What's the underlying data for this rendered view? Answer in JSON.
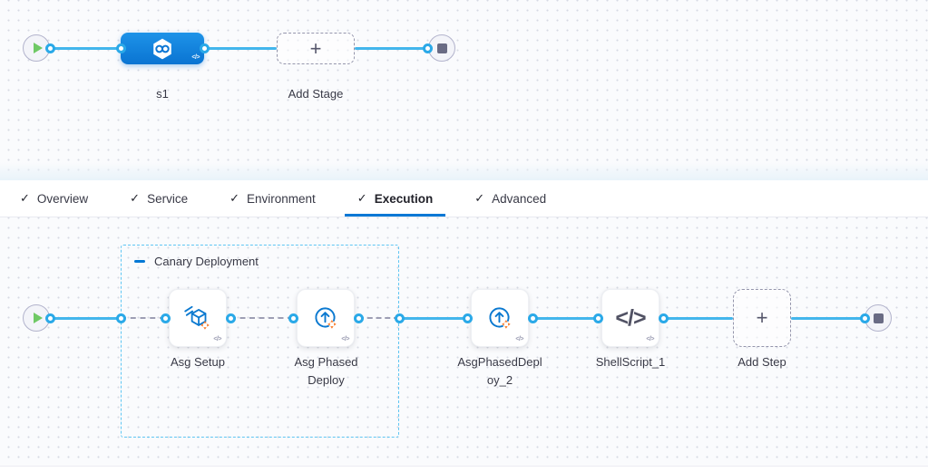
{
  "icons": {
    "check": "✓",
    "plus": "+",
    "code": "</>"
  },
  "stage_graph": {
    "start_node": "pipeline-start",
    "end_node": "pipeline-end",
    "stage": {
      "name": "s1",
      "icon": "cd-hexagon-infinity-icon"
    },
    "add_stage": {
      "label": "Add Stage",
      "icon": "plus-icon"
    }
  },
  "tab_bar": {
    "tabs": [
      {
        "label": "Overview",
        "icon": "check-icon",
        "active": false
      },
      {
        "label": "Service",
        "icon": "check-icon",
        "active": false
      },
      {
        "label": "Environment",
        "icon": "check-icon",
        "active": false
      },
      {
        "label": "Execution",
        "icon": "check-icon",
        "active": true
      },
      {
        "label": "Advanced",
        "icon": "check-icon",
        "active": false
      }
    ]
  },
  "execution_graph": {
    "group": {
      "title": "Canary Deployment",
      "collapse_icon": "minus-icon",
      "steps": [
        {
          "name": "Asg Setup",
          "icon": "asg-setup-cube-icon"
        },
        {
          "name": "Asg Phased Deploy",
          "icon": "asg-rolling-arrow-icon"
        }
      ]
    },
    "steps": [
      {
        "name": "AsgPhasedDeploy_2",
        "icon": "asg-rolling-arrow-icon"
      },
      {
        "name": "ShellScript_1",
        "icon": "code-icon"
      }
    ],
    "add_step": {
      "label": "Add Step",
      "icon": "plus-icon"
    }
  },
  "colors": {
    "accent_blue": "#0278d5",
    "connector_blue": "#43b6ec",
    "group_border_blue": "#5fc6f3",
    "step_orange": "#f97824",
    "play_green": "#6fc965",
    "stop_gray": "#696b84",
    "text_dark": "#383946"
  }
}
